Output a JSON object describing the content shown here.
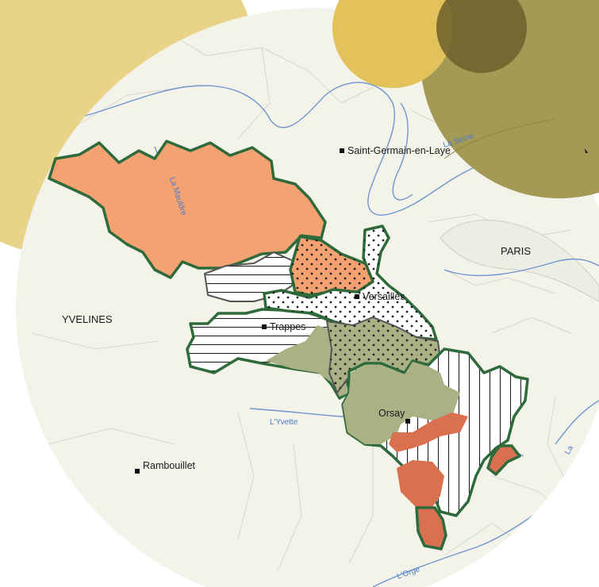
{
  "colors": {
    "background": "#ffffff",
    "map_land": "#f4f3e9",
    "river": "#6f96cf",
    "boundary": "#2f6a3a",
    "zone_orange": "#f5a272",
    "zone_rust": "#d9704f",
    "zone_olive": "#a9b185",
    "zone_white": "#ffffff",
    "deco_yellow": "#e3c25c",
    "deco_pale_yellow": "#e8d389",
    "deco_olive": "#a59a55",
    "deco_dark": "#6c5f2a"
  },
  "labels": {
    "paris": "PARIS",
    "yvelines": "YVELINES"
  },
  "cities": {
    "saint_germain": "Saint-Germain-en-Laye",
    "versailles": "Versailles",
    "trappes": "Trappes",
    "orsay": "Orsay",
    "rambouillet": "Rambouillet"
  },
  "rivers": {
    "seine": "La Seine",
    "mauldre": "La Mauldre",
    "yvette": "L'Yvette",
    "orge": "L'Orge",
    "seine_edge": "La"
  }
}
